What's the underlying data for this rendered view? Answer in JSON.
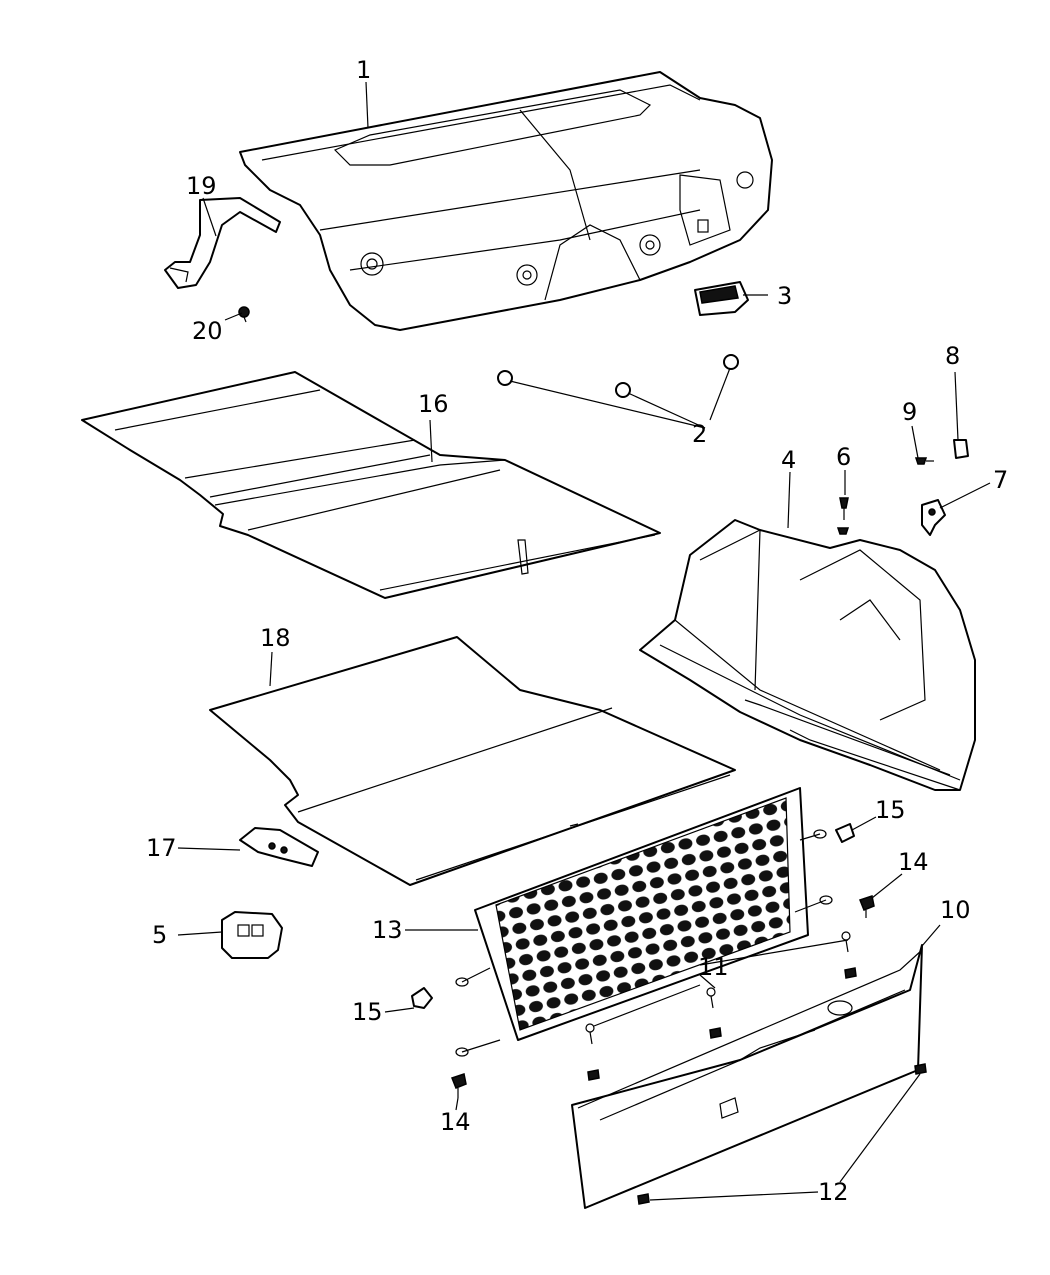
{
  "callouts": {
    "c1": "1",
    "c2": "2",
    "c3": "3",
    "c4": "4",
    "c5": "5",
    "c6": "6",
    "c7": "7",
    "c8": "8",
    "c9": "9",
    "c10": "10",
    "c11": "11",
    "c12a": "12",
    "c13": "13",
    "c14a": "14",
    "c14b": "14",
    "c15a": "15",
    "c15b": "15",
    "c16": "16",
    "c17": "17",
    "c18": "18",
    "c19": "19",
    "c20": "20"
  }
}
